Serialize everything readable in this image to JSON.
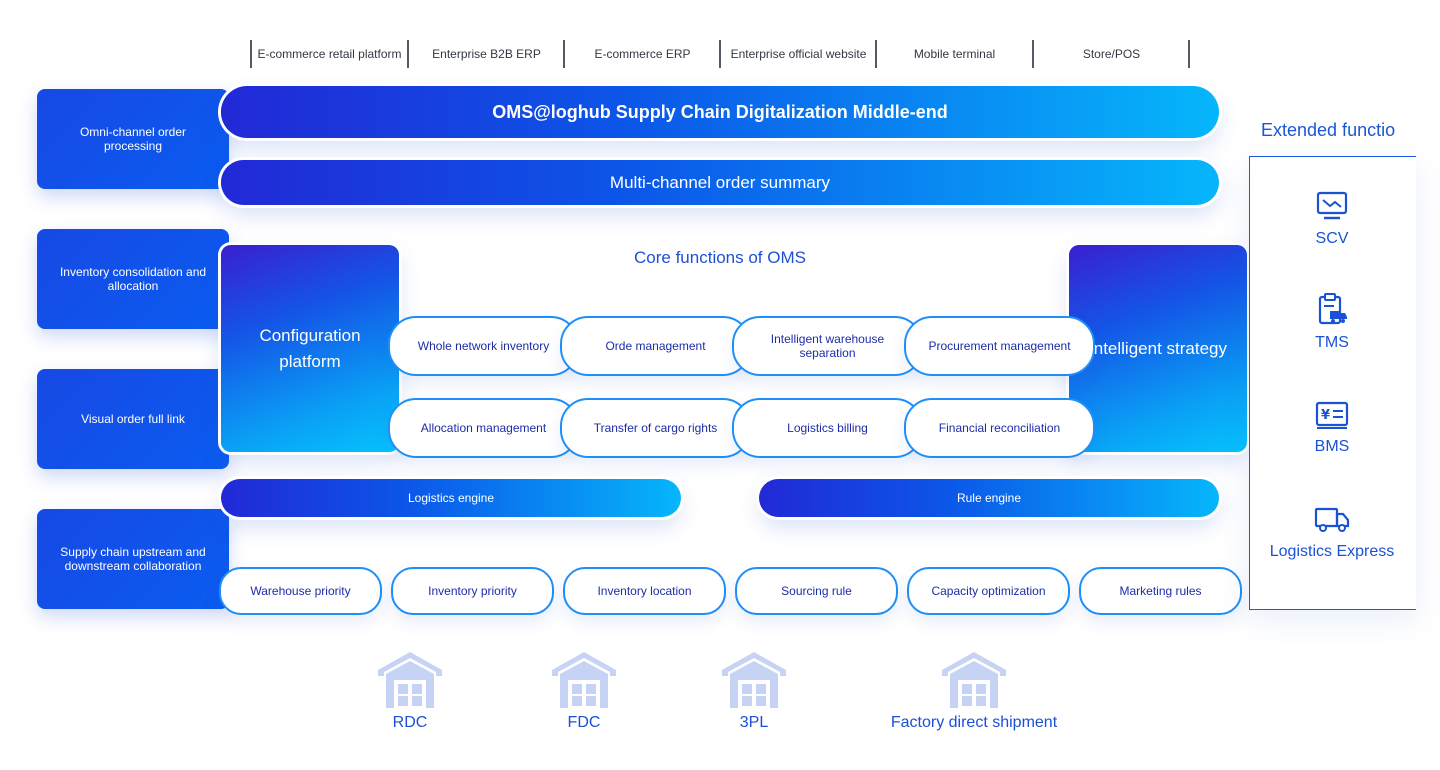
{
  "channels": [
    "E-commerce retail platform",
    "Enterprise B2B ERP",
    "E-commerce ERP",
    "Enterprise official website",
    "Mobile terminal",
    "Store/POS"
  ],
  "left_capabilities": [
    "Omni-channel order processing",
    "Inventory consolidation and allocation",
    "Visual order full link",
    "Supply chain upstream and downstream collaboration"
  ],
  "main_title": "OMS@loghub Supply Chain Digitalization Middle-end",
  "summary_bar": "Multi-channel order summary",
  "configuration_platform": "Configuration platform",
  "intelligent_strategy": "Intelligent strategy",
  "core_title": "Core functions of OMS",
  "core_functions": [
    "Whole network inventory",
    "Orde management",
    "Intelligent warehouse separation",
    "Procurement management",
    "Allocation management",
    "Transfer of cargo rights",
    "Logistics billing",
    "Financial reconciliation"
  ],
  "engines": [
    "Logistics engine",
    "Rule engine"
  ],
  "rules": [
    "Warehouse priority",
    "Inventory priority",
    "Inventory location",
    "Sourcing rule",
    "Capacity optimization",
    "Marketing rules"
  ],
  "warehouses": [
    "RDC",
    "FDC",
    "3PL",
    "Factory direct shipment"
  ],
  "extended": {
    "title": "Extended functio",
    "items": [
      {
        "label": "SCV",
        "icon": "monitor-icon"
      },
      {
        "label": "TMS",
        "icon": "clipboard-truck-icon"
      },
      {
        "label": "BMS",
        "icon": "yen-bill-icon"
      },
      {
        "label": "Logistics Express",
        "icon": "truck-icon"
      }
    ]
  },
  "colors": {
    "primary": "#1749e4",
    "accent": "#06b6fb",
    "pill_border": "#1f8ff7",
    "warehouse": "#c7d3f5"
  }
}
